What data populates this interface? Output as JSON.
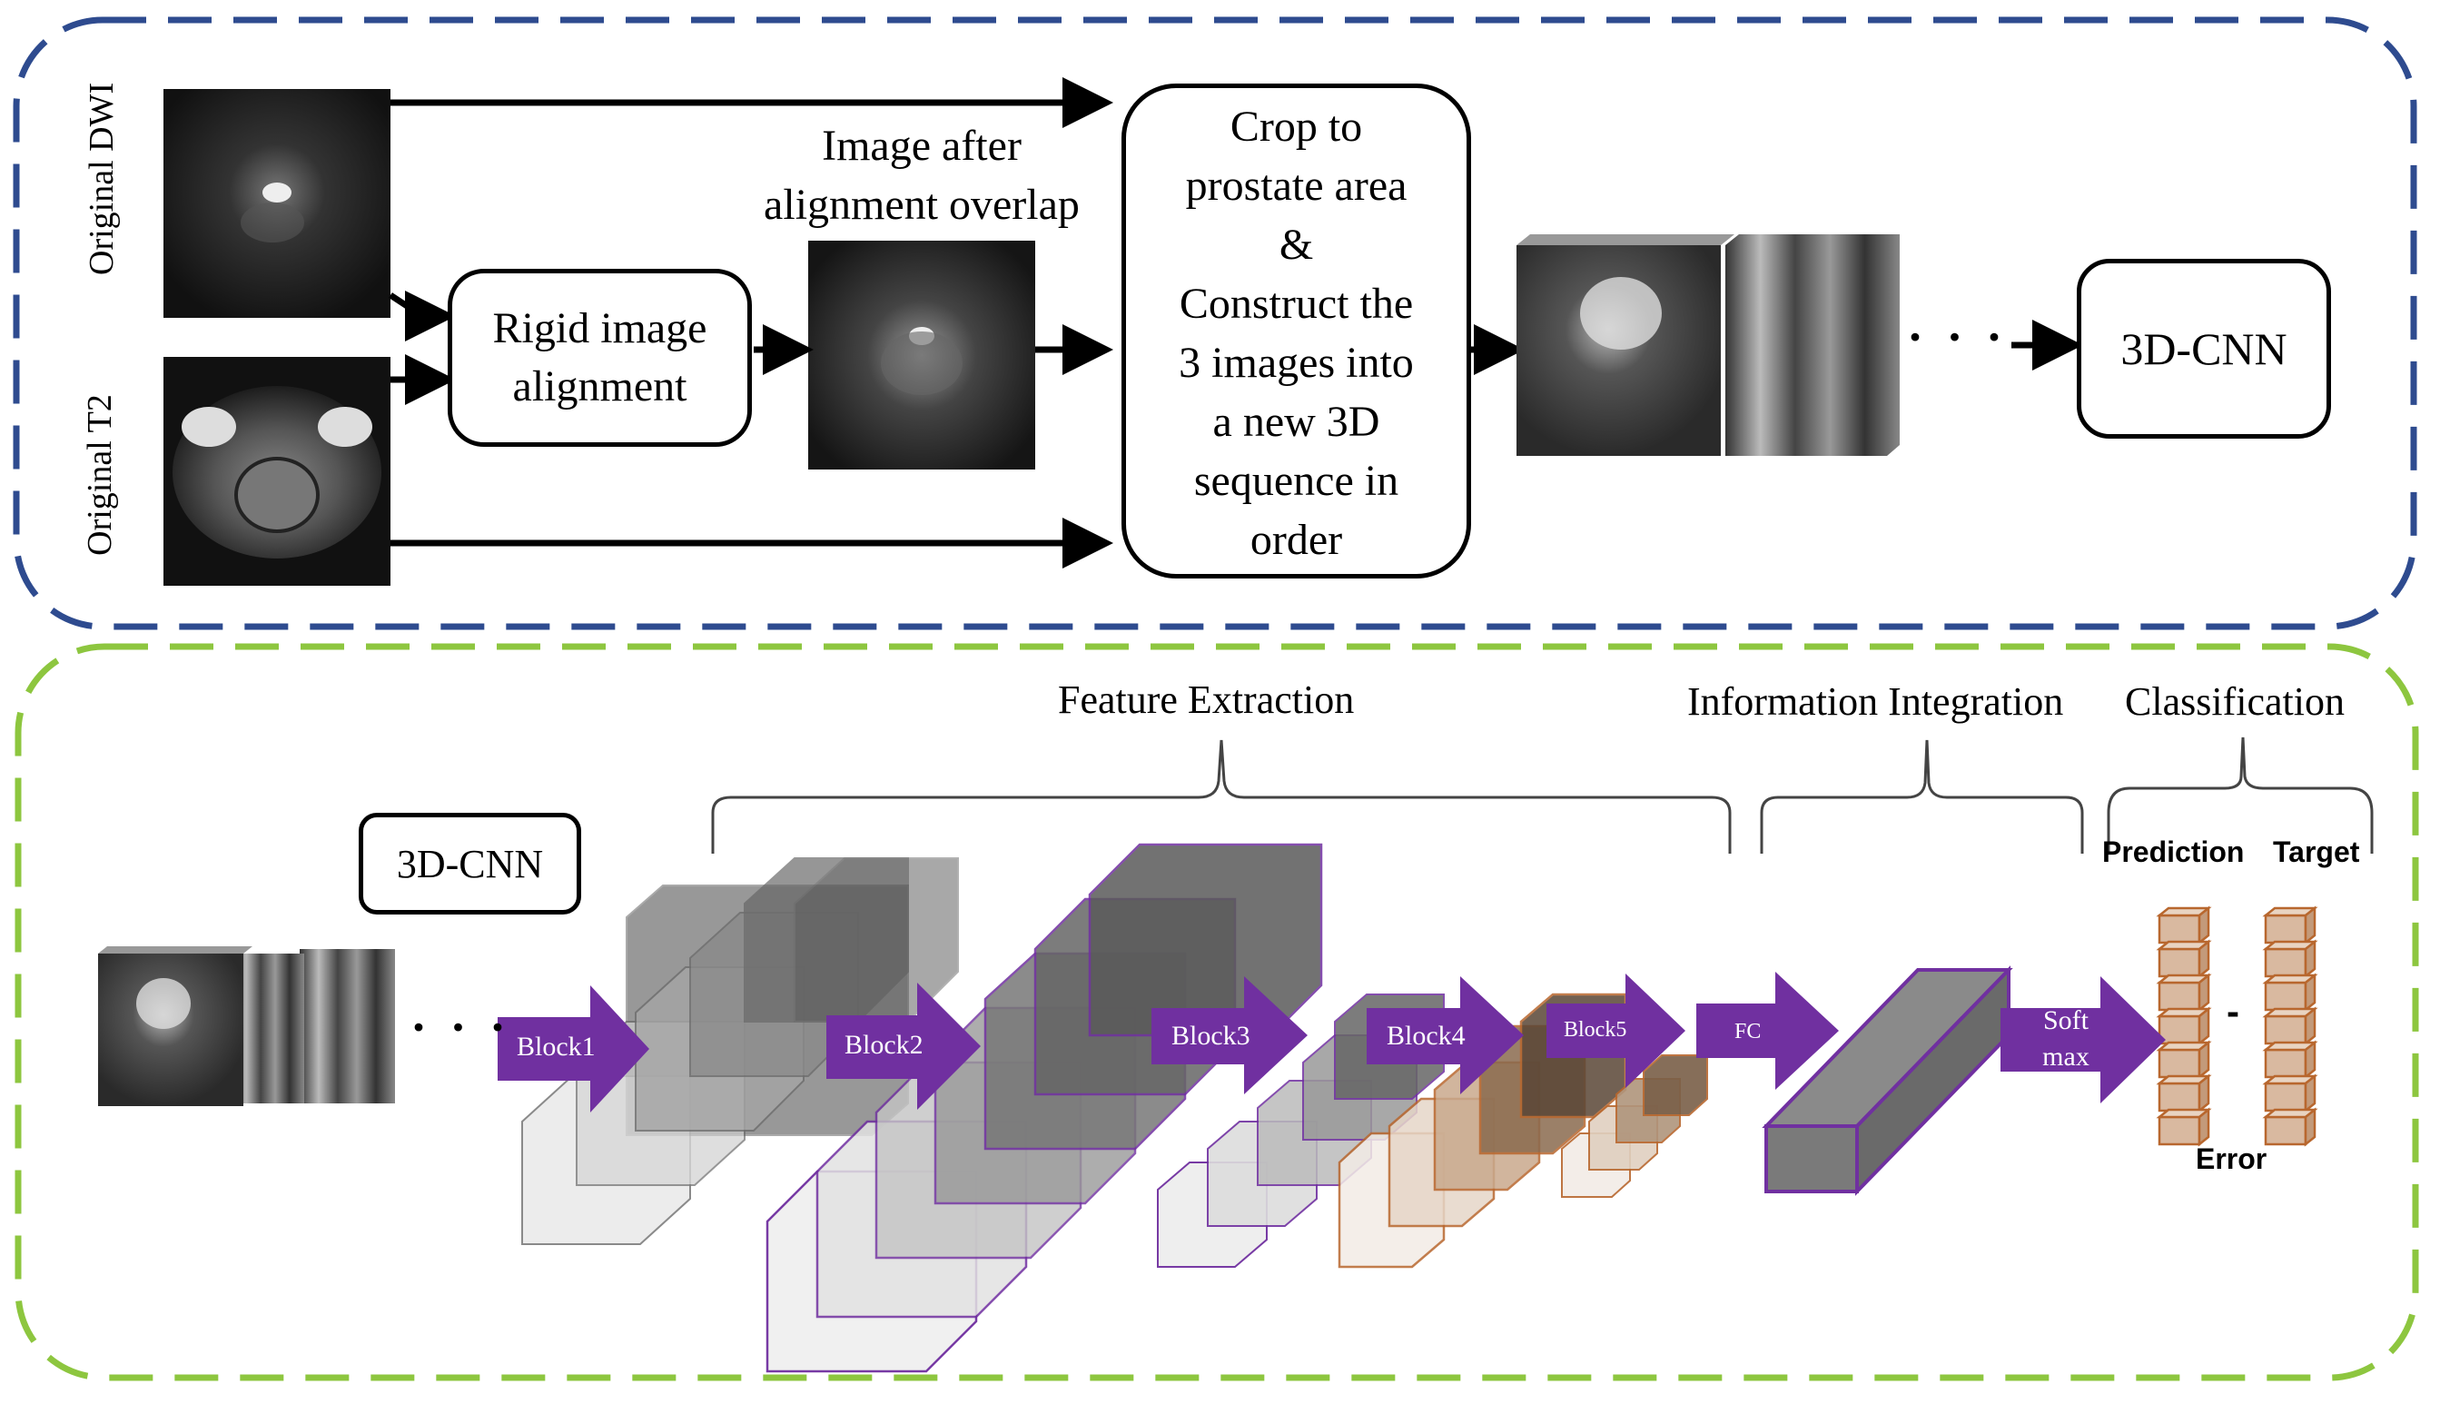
{
  "preprocessing": {
    "input_labels": [
      "Original DWI",
      "Original T2"
    ],
    "rigid_box": [
      "Rigid image",
      "alignment"
    ],
    "aligned_caption": [
      "Image after",
      "alignment overlap"
    ],
    "crop_box_lines": [
      "Crop to",
      "prostate area",
      "&",
      "Construct the",
      "3 images into",
      "a new 3D",
      "sequence in",
      "order"
    ],
    "ellipsis": "· · ·",
    "model_box": "3D-CNN"
  },
  "network": {
    "model_box": "3D-CNN",
    "ellipsis": "· · ·",
    "sections": [
      "Feature Extraction",
      "Information  Integration",
      "Classification"
    ],
    "blocks": [
      "Block1",
      "Block2",
      "Block3",
      "Block4",
      "Block5",
      "FC"
    ],
    "softmax": [
      "Soft",
      "max"
    ],
    "classification": {
      "prediction_label": "Prediction",
      "target_label": "Target",
      "minus": "-",
      "error_label": "Error"
    }
  },
  "colors": {
    "top_border": "#2E4B8F",
    "bottom_border": "#8DC63F",
    "arrow_purple": "#7030A0",
    "fc_bar": "#6E6E6E",
    "orange_cube": "#B8672E",
    "vector_fill": "#D9B9A0"
  }
}
